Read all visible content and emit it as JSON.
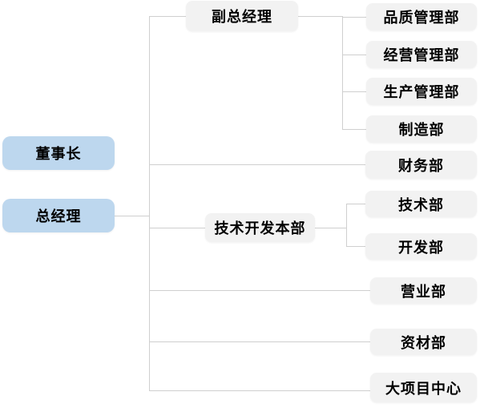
{
  "org_chart": {
    "executives": [
      {
        "label": "董事长"
      },
      {
        "label": "总经理"
      }
    ],
    "managers": [
      {
        "label": "副总经理"
      },
      {
        "label": "技术开发本部"
      }
    ],
    "departments": [
      {
        "label": "品质管理部"
      },
      {
        "label": "经营管理部"
      },
      {
        "label": "生产管理部"
      },
      {
        "label": "制造部"
      },
      {
        "label": "财务部"
      },
      {
        "label": "技术部"
      },
      {
        "label": "开发部"
      },
      {
        "label": "营业部"
      },
      {
        "label": "资材部"
      },
      {
        "label": "大项目中心"
      }
    ],
    "hierarchy": {
      "总经理": [
        "副总经理",
        "财务部",
        "技术开发本部",
        "营业部",
        "资材部",
        "大项目中心"
      ],
      "副总经理": [
        "品质管理部",
        "经营管理部",
        "生产管理部",
        "制造部"
      ],
      "技术开发本部": [
        "技术部",
        "开发部"
      ]
    },
    "colors": {
      "executive_fill": "#BDD7EE",
      "department_fill": "#F2F2F2",
      "connector_line": "#CFCFCF",
      "text": "#000000"
    }
  }
}
